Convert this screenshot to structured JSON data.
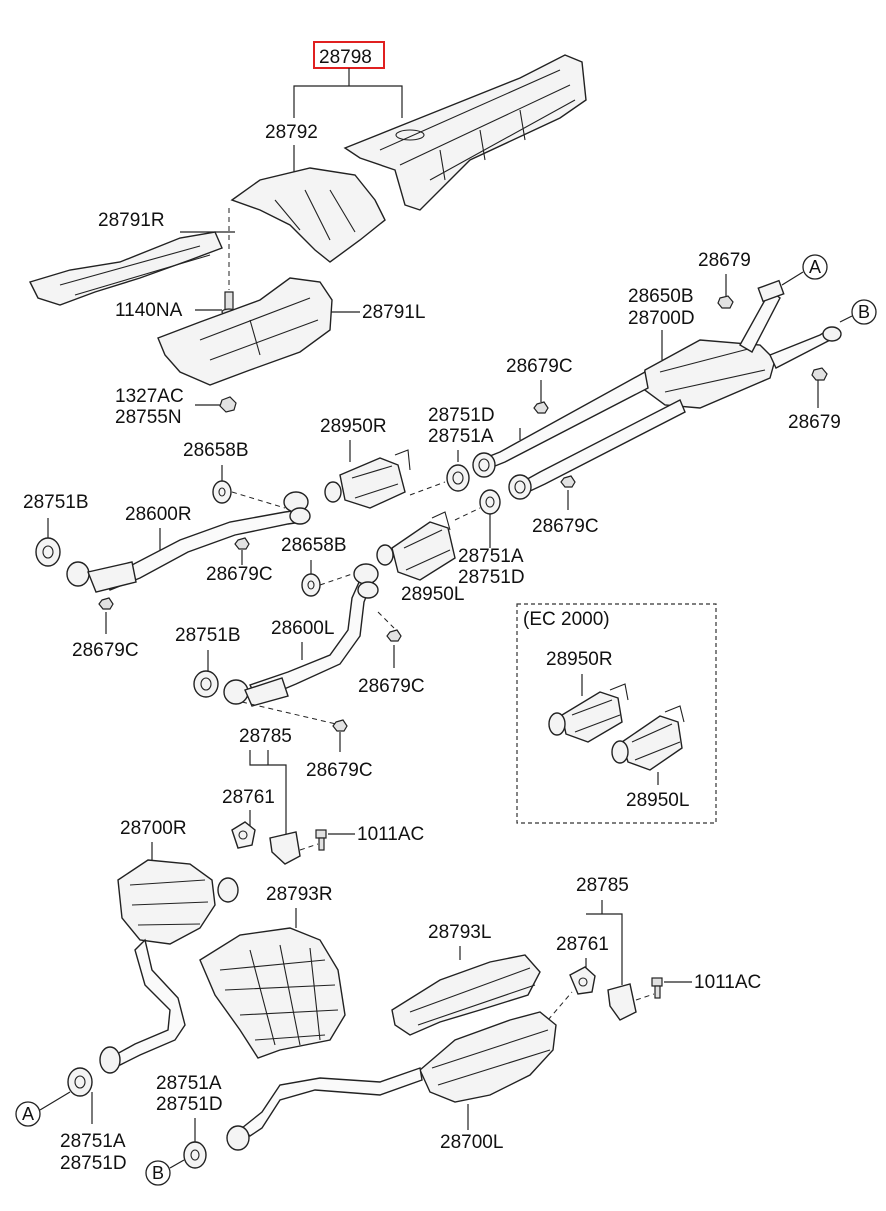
{
  "diagram": {
    "highlight_color": "#e02020",
    "labels": {
      "p28798": "28798",
      "p28792": "28792",
      "p28791R": "28791R",
      "p1140NA": "1140NA",
      "p28791L": "28791L",
      "p1327AC": "1327AC",
      "p28755N": "28755N",
      "p28679_a": "28679",
      "p28650B": "28650B",
      "p28700D": "28700D",
      "p28679_b": "28679",
      "p28679C_1": "28679C",
      "p28751D_1": "28751D",
      "p28751A_1": "28751A",
      "p28950R": "28950R",
      "p28658B_1": "28658B",
      "p28751B_1": "28751B",
      "p28600R": "28600R",
      "p28679C_2": "28679C",
      "p28658B_2": "28658B",
      "p28679C_3": "28679C",
      "p28751A_2": "28751A",
      "p28751D_2": "28751D",
      "p28950L": "28950L",
      "p28679C_4": "28679C",
      "p28751B_2": "28751B",
      "p28600L": "28600L",
      "p28679C_5": "28679C",
      "p28679C_6": "28679C",
      "ec_title": "(EC 2000)",
      "ec_28950R": "28950R",
      "ec_28950L": "28950L",
      "p28785_1": "28785",
      "p28761_1": "28761",
      "p1011AC_1": "1011AC",
      "p28700R": "28700R",
      "p28793R": "28793R",
      "p28793L": "28793L",
      "p28785_2": "28785",
      "p28761_2": "28761",
      "p1011AC_2": "1011AC",
      "p28751A_3": "28751A",
      "p28751D_3": "28751D",
      "p28751A_4": "28751A",
      "p28751D_4": "28751D",
      "p28700L": "28700L"
    },
    "markers": {
      "A_top": "A",
      "B_top": "B",
      "A_bottom": "A",
      "B_bottom": "B"
    }
  }
}
